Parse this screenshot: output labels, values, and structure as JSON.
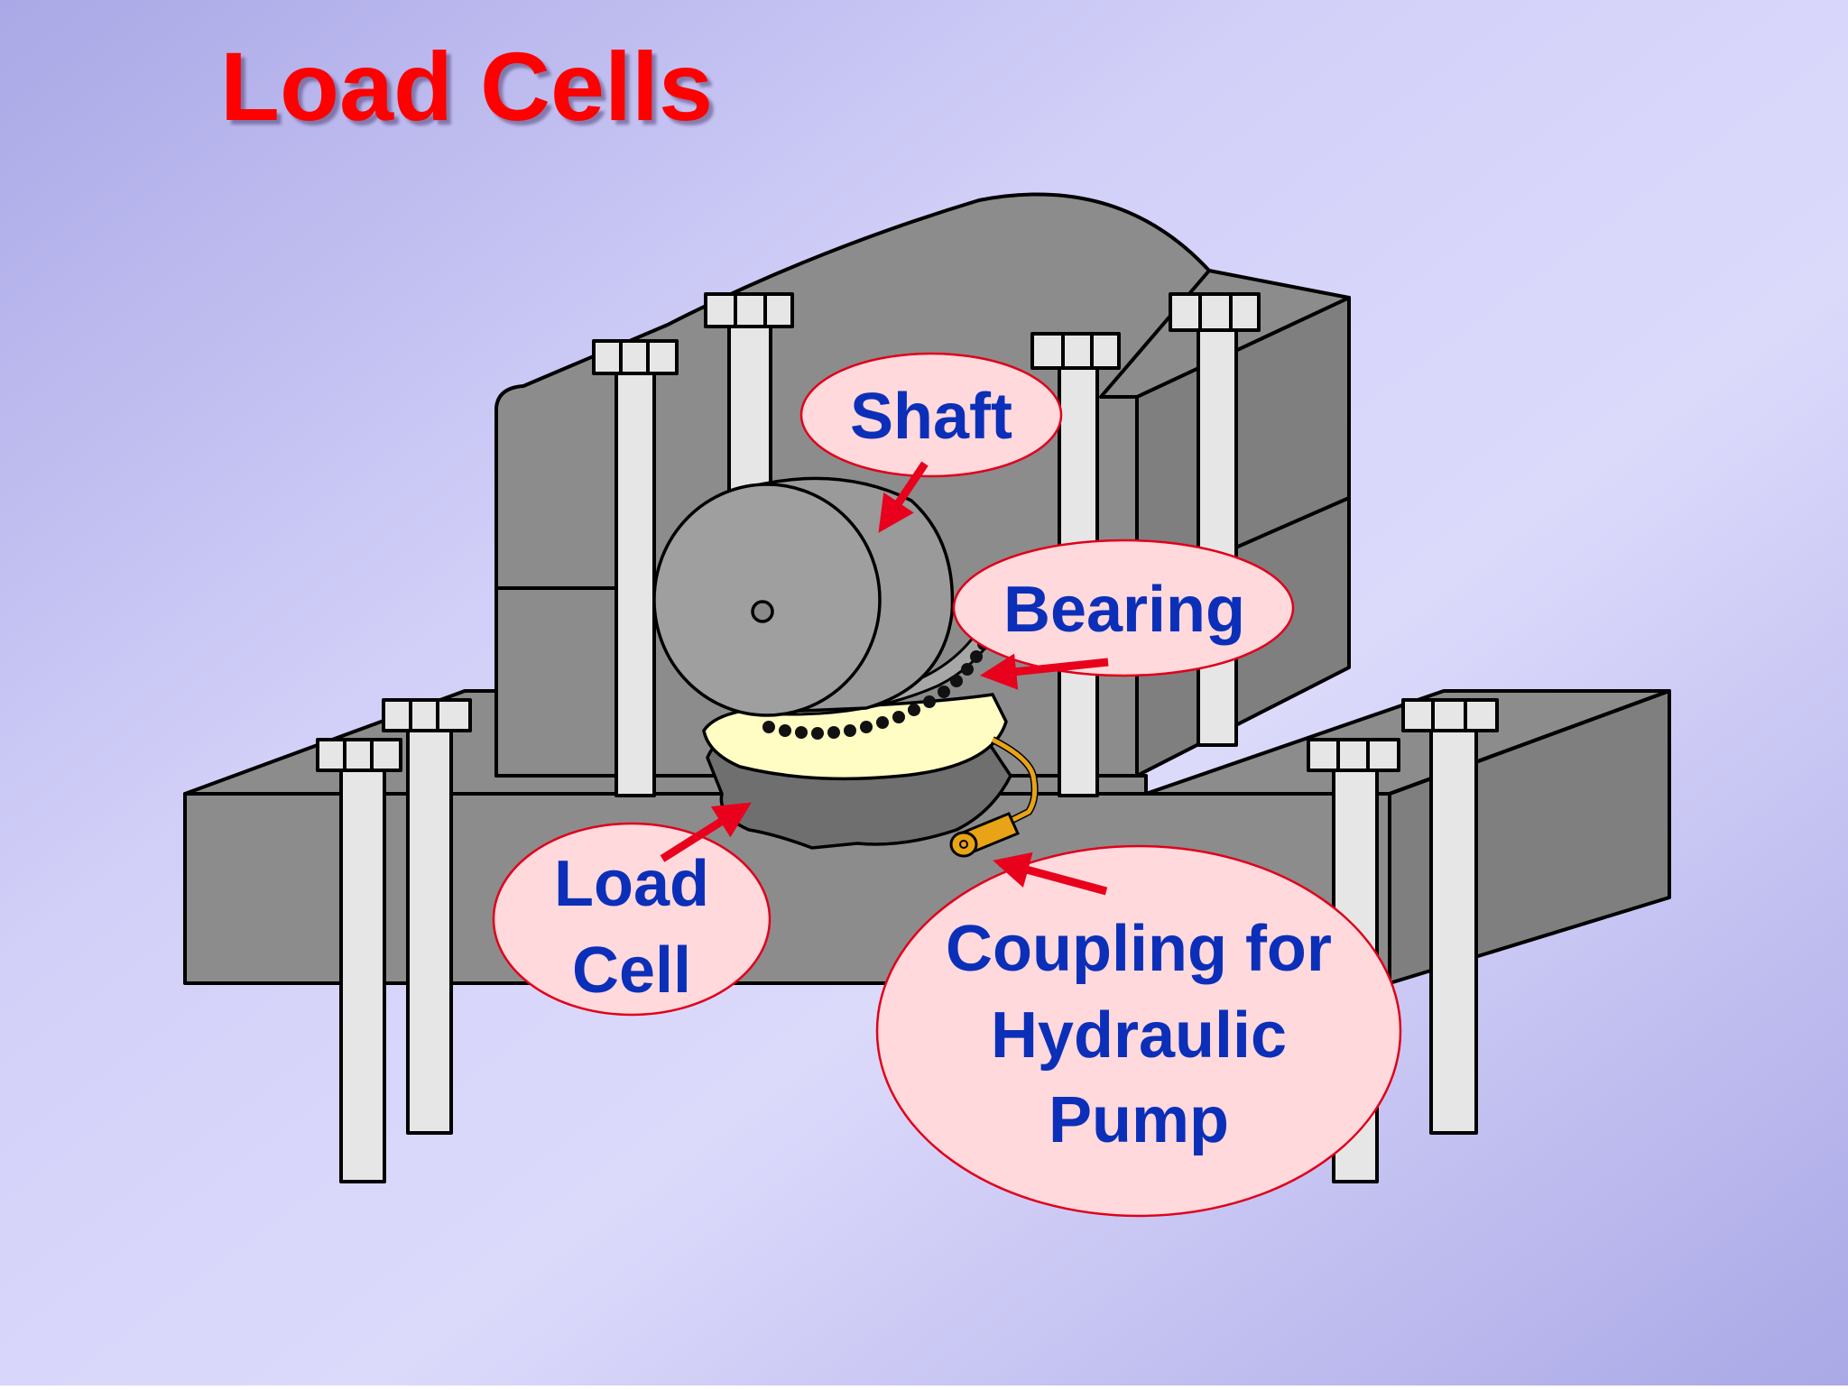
{
  "slide": {
    "title": "Load Cells",
    "title_color": "#ff0000",
    "label_color": "#0b2fb8",
    "bubble_fill": "#ffd9dc",
    "bubble_stroke": "#e0001b",
    "arrow_color": "#e8001c"
  },
  "labels": {
    "shaft": "Shaft",
    "bearing": "Bearing",
    "load_cell": [
      "Load",
      "Cell"
    ],
    "coupling": [
      "Coupling for",
      "Hydraulic",
      "Pump"
    ]
  }
}
